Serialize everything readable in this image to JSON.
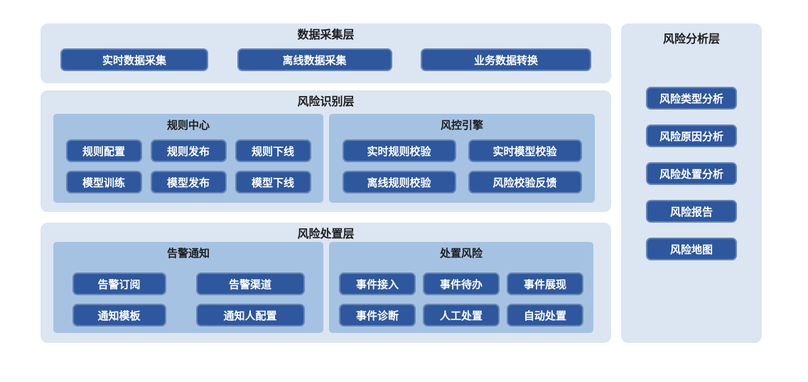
{
  "colors": {
    "layer_bg": "#dce5f2",
    "subpanel_bg": "#a6c2e2",
    "node_bg": "#2e579d",
    "node_border": "#6585b5",
    "node_text": "#ffffff",
    "title_text": "#1d1d1f",
    "page_bg": "#ffffff"
  },
  "layers": {
    "data_collection": {
      "title": "数据采集层",
      "buttons": [
        "实时数据采集",
        "离线数据采集",
        "业务数据转换"
      ]
    },
    "risk_identification": {
      "title": "风险识别层",
      "groups": [
        {
          "title": "规则中心",
          "buttons": [
            "规则配置",
            "规则发布",
            "规则下线",
            "模型训练",
            "模型发布",
            "模型下线"
          ]
        },
        {
          "title": "风控引擎",
          "buttons": [
            "实时规则校验",
            "实时模型校验",
            "离线规则校验",
            "风险校验反馈"
          ]
        }
      ]
    },
    "risk_disposal": {
      "title": "风险处置层",
      "groups": [
        {
          "title": "告警通知",
          "buttons": [
            "告警订阅",
            "告警渠道",
            "通知模板",
            "通知人配置"
          ]
        },
        {
          "title": "处置风险",
          "buttons": [
            "事件接入",
            "事件待办",
            "事件展现",
            "事件诊断",
            "人工处置",
            "自动处置"
          ]
        }
      ]
    },
    "risk_analysis": {
      "title": "风险分析层",
      "buttons": [
        "风险类型分析",
        "风险原因分析",
        "风险处置分析",
        "风险报告",
        "风险地图"
      ]
    }
  }
}
